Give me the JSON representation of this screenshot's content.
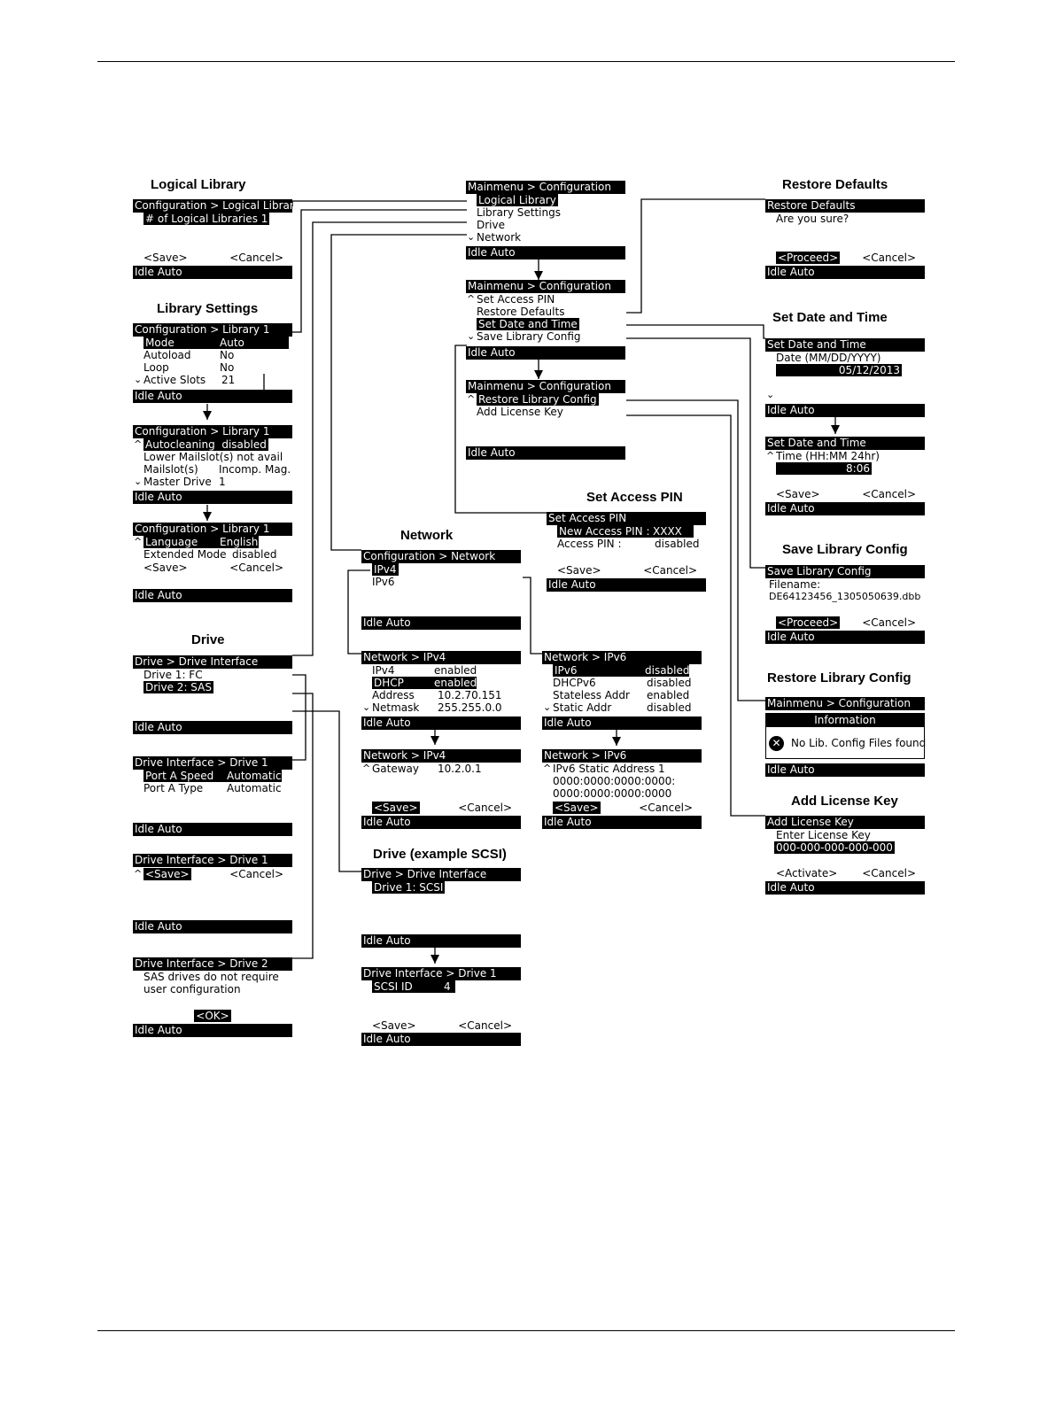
{
  "titles": {
    "logical_library": "Logical Library",
    "library_settings": "Library Settings",
    "drive": "Drive",
    "network": "Network",
    "drive_scsi": "Drive (example SCSI)",
    "set_access_pin": "Set Access PIN",
    "restore_defaults": "Restore Defaults",
    "set_date_time": "Set Date and Time",
    "save_library_config": "Save Library Config",
    "restore_library_config": "Restore Library Config",
    "add_license_key": "Add License Key"
  },
  "status": "Idle  Auto",
  "main1": {
    "header": "Mainmenu > Configuration",
    "items": [
      "Logical Library",
      "Library Settings",
      "Drive",
      "Network"
    ]
  },
  "main2": {
    "header": "Mainmenu > Configuration",
    "items": [
      "Set Access PIN",
      "Restore Defaults",
      "Set Date and Time",
      "Save Library Config"
    ]
  },
  "main3": {
    "header": "Mainmenu > Configuration",
    "items": [
      "Restore Library Config",
      "Add License Key"
    ]
  },
  "logical": {
    "header": "Configuration > Logical Library",
    "line": "# of Logical Libraries  1",
    "save": "<Save>",
    "cancel": "<Cancel>"
  },
  "lib1": {
    "header": "Configuration > Library 1",
    "rows": [
      {
        "k": "Mode",
        "v": "Auto"
      },
      {
        "k": "Autoload",
        "v": "No"
      },
      {
        "k": "Loop",
        "v": "No"
      },
      {
        "k": "Active Slots",
        "v": "21"
      }
    ]
  },
  "lib2": {
    "header": "Configuration > Library 1",
    "rows": [
      {
        "k": "Autocleaning",
        "v": "disabled"
      },
      {
        "k": "Lower Mailslot(s)",
        "v": "not avail"
      },
      {
        "k": "Mailslot(s)",
        "v": "Incomp. Mag."
      },
      {
        "k": "Master Drive",
        "v": "1"
      }
    ]
  },
  "lib3": {
    "header": "Configuration > Library 1",
    "rows": [
      {
        "k": "Language",
        "v": "English"
      },
      {
        "k": "Extended Mode",
        "v": "disabled"
      }
    ],
    "save": "<Save>",
    "cancel": "<Cancel>"
  },
  "drive1": {
    "header": "Drive > Drive Interface",
    "items": [
      "Drive 1:  FC",
      "Drive 2:  SAS"
    ]
  },
  "drive2": {
    "header": "Drive Interface > Drive 1",
    "rows": [
      {
        "k": "Port A Speed",
        "v": "Automatic"
      },
      {
        "k": "Port A Type",
        "v": "Automatic"
      }
    ]
  },
  "drive3": {
    "header": "Drive Interface > Drive 1",
    "save": "<Save>",
    "cancel": "<Cancel>"
  },
  "drive4": {
    "header": "Drive Interface > Drive 2",
    "lines": [
      "SAS drives do not require",
      "user configuration"
    ],
    "ok": "<OK>"
  },
  "net": {
    "header": "Configuration > Network",
    "items": [
      "IPv4",
      "IPv6"
    ]
  },
  "ipv4a": {
    "header": "Network > IPv4",
    "rows": [
      {
        "k": "IPv4",
        "v": "enabled"
      },
      {
        "k": "DHCP",
        "v": "enabled"
      },
      {
        "k": "Address",
        "v": "10.2.70.151"
      },
      {
        "k": "Netmask",
        "v": "255.255.0.0"
      }
    ]
  },
  "ipv4b": {
    "header": "Network > IPv4",
    "rows": [
      {
        "k": "Gateway",
        "v": "10.2.0.1"
      }
    ],
    "save": "<Save>",
    "cancel": "<Cancel>"
  },
  "ipv6a": {
    "header": "Network > IPv6",
    "rows": [
      {
        "k": "IPv6",
        "v": "disabled"
      },
      {
        "k": "DHCPv6",
        "v": "disabled"
      },
      {
        "k": "Stateless Addr",
        "v": "enabled"
      },
      {
        "k": "Static Addr",
        "v": "disabled"
      }
    ]
  },
  "ipv6b": {
    "header": "Network > IPv6",
    "lines": [
      "IPv6 Static Address 1",
      "0000:0000:0000:0000:",
      "0000:0000:0000:0000"
    ],
    "save": "<Save>",
    "cancel": "<Cancel>"
  },
  "scsi1": {
    "header": "Drive > Drive Interface",
    "item": "Drive 1:  SCSI"
  },
  "scsi2": {
    "header": "Drive Interface > Drive 1",
    "k": "SCSI ID",
    "v": "4",
    "save": "<Save>",
    "cancel": "<Cancel>"
  },
  "pin": {
    "header": "Set Access PIN",
    "rows": [
      {
        "k": "New Access PIN :",
        "v": "XXXX"
      },
      {
        "k": "Access PIN :",
        "v": "disabled"
      }
    ],
    "save": "<Save>",
    "cancel": "<Cancel>"
  },
  "rdef": {
    "header": "Restore Defaults",
    "line": "Are you sure?",
    "proceed": "<Proceed>",
    "cancel": "<Cancel>"
  },
  "date": {
    "header": "Set Date and Time",
    "label": "Date (MM/DD/YYYY)",
    "value": "05/12/2013"
  },
  "time": {
    "header": "Set Date and Time",
    "label": "Time (HH:MM 24hr)",
    "value": "8:06",
    "save": "<Save>",
    "cancel": "<Cancel>"
  },
  "savecfg": {
    "header": "Save Library Config",
    "label": "Filename:",
    "value": "DE64123456_1305050639.dbb",
    "proceed": "<Proceed>",
    "cancel": "<Cancel>"
  },
  "restcfg": {
    "header": "Mainmenu > Configuration",
    "info_title": "Information",
    "message": "No Lib. Config Files found"
  },
  "license": {
    "header": "Add License Key",
    "label": "Enter License Key",
    "value": "000-000-000-000-000",
    "activate": "<Activate>",
    "cancel": "<Cancel>"
  }
}
